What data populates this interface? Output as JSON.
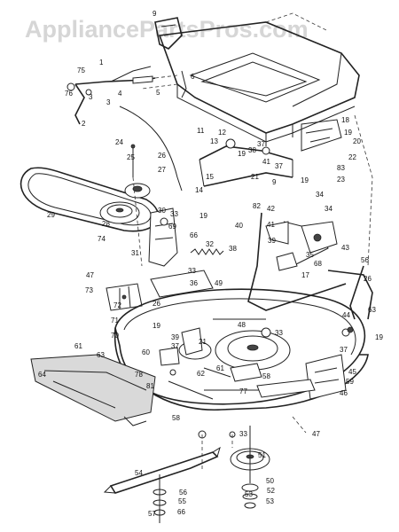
{
  "watermark": "AppliancePartsPros.com",
  "labels": [
    "9",
    "75",
    "1",
    "3",
    "4",
    "6",
    "5",
    "76",
    "2",
    "3",
    "18",
    "19",
    "20",
    "22",
    "83",
    "23",
    "11",
    "12",
    "13",
    "37",
    "19",
    "38",
    "41",
    "37",
    "21",
    "9",
    "15",
    "19",
    "24",
    "25",
    "26",
    "27",
    "28",
    "29",
    "74",
    "30",
    "33",
    "19",
    "69",
    "66",
    "32",
    "31",
    "33",
    "36",
    "14",
    "40",
    "34",
    "34",
    "82",
    "42",
    "41",
    "39",
    "43",
    "35",
    "68",
    "38",
    "17",
    "56",
    "26",
    "47",
    "73",
    "72",
    "71",
    "70",
    "26",
    "49",
    "33",
    "44",
    "63",
    "19",
    "61",
    "63",
    "19",
    "39",
    "21",
    "48",
    "37",
    "60",
    "78",
    "62",
    "81",
    "64",
    "61",
    "58",
    "45",
    "37",
    "77",
    "46",
    "59",
    "47",
    "58",
    "33",
    "51",
    "54",
    "56",
    "55",
    "57",
    "66",
    "50",
    "52",
    "53",
    "53"
  ]
}
